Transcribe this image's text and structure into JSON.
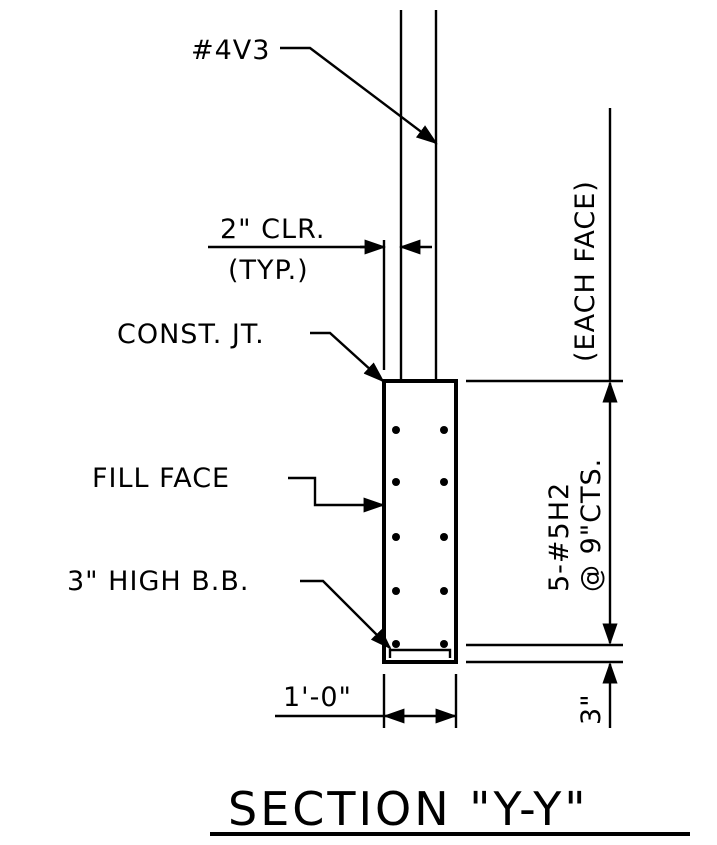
{
  "labels": {
    "bar_v": "#4V3",
    "clear_1": "2\" CLR.",
    "clear_2": "(TYP.)",
    "const_jt": "CONST. JT.",
    "fill_face": "FILL FACE",
    "bb": "3\" HIGH B.B.",
    "width": "1'-0\"",
    "each_face": "(EACH FACE)",
    "spacing_1": "5-#5H2",
    "spacing_2": "@ 9\"CTS.",
    "bottom_dim": "3\""
  },
  "title": "SECTION \"Y-Y\""
}
